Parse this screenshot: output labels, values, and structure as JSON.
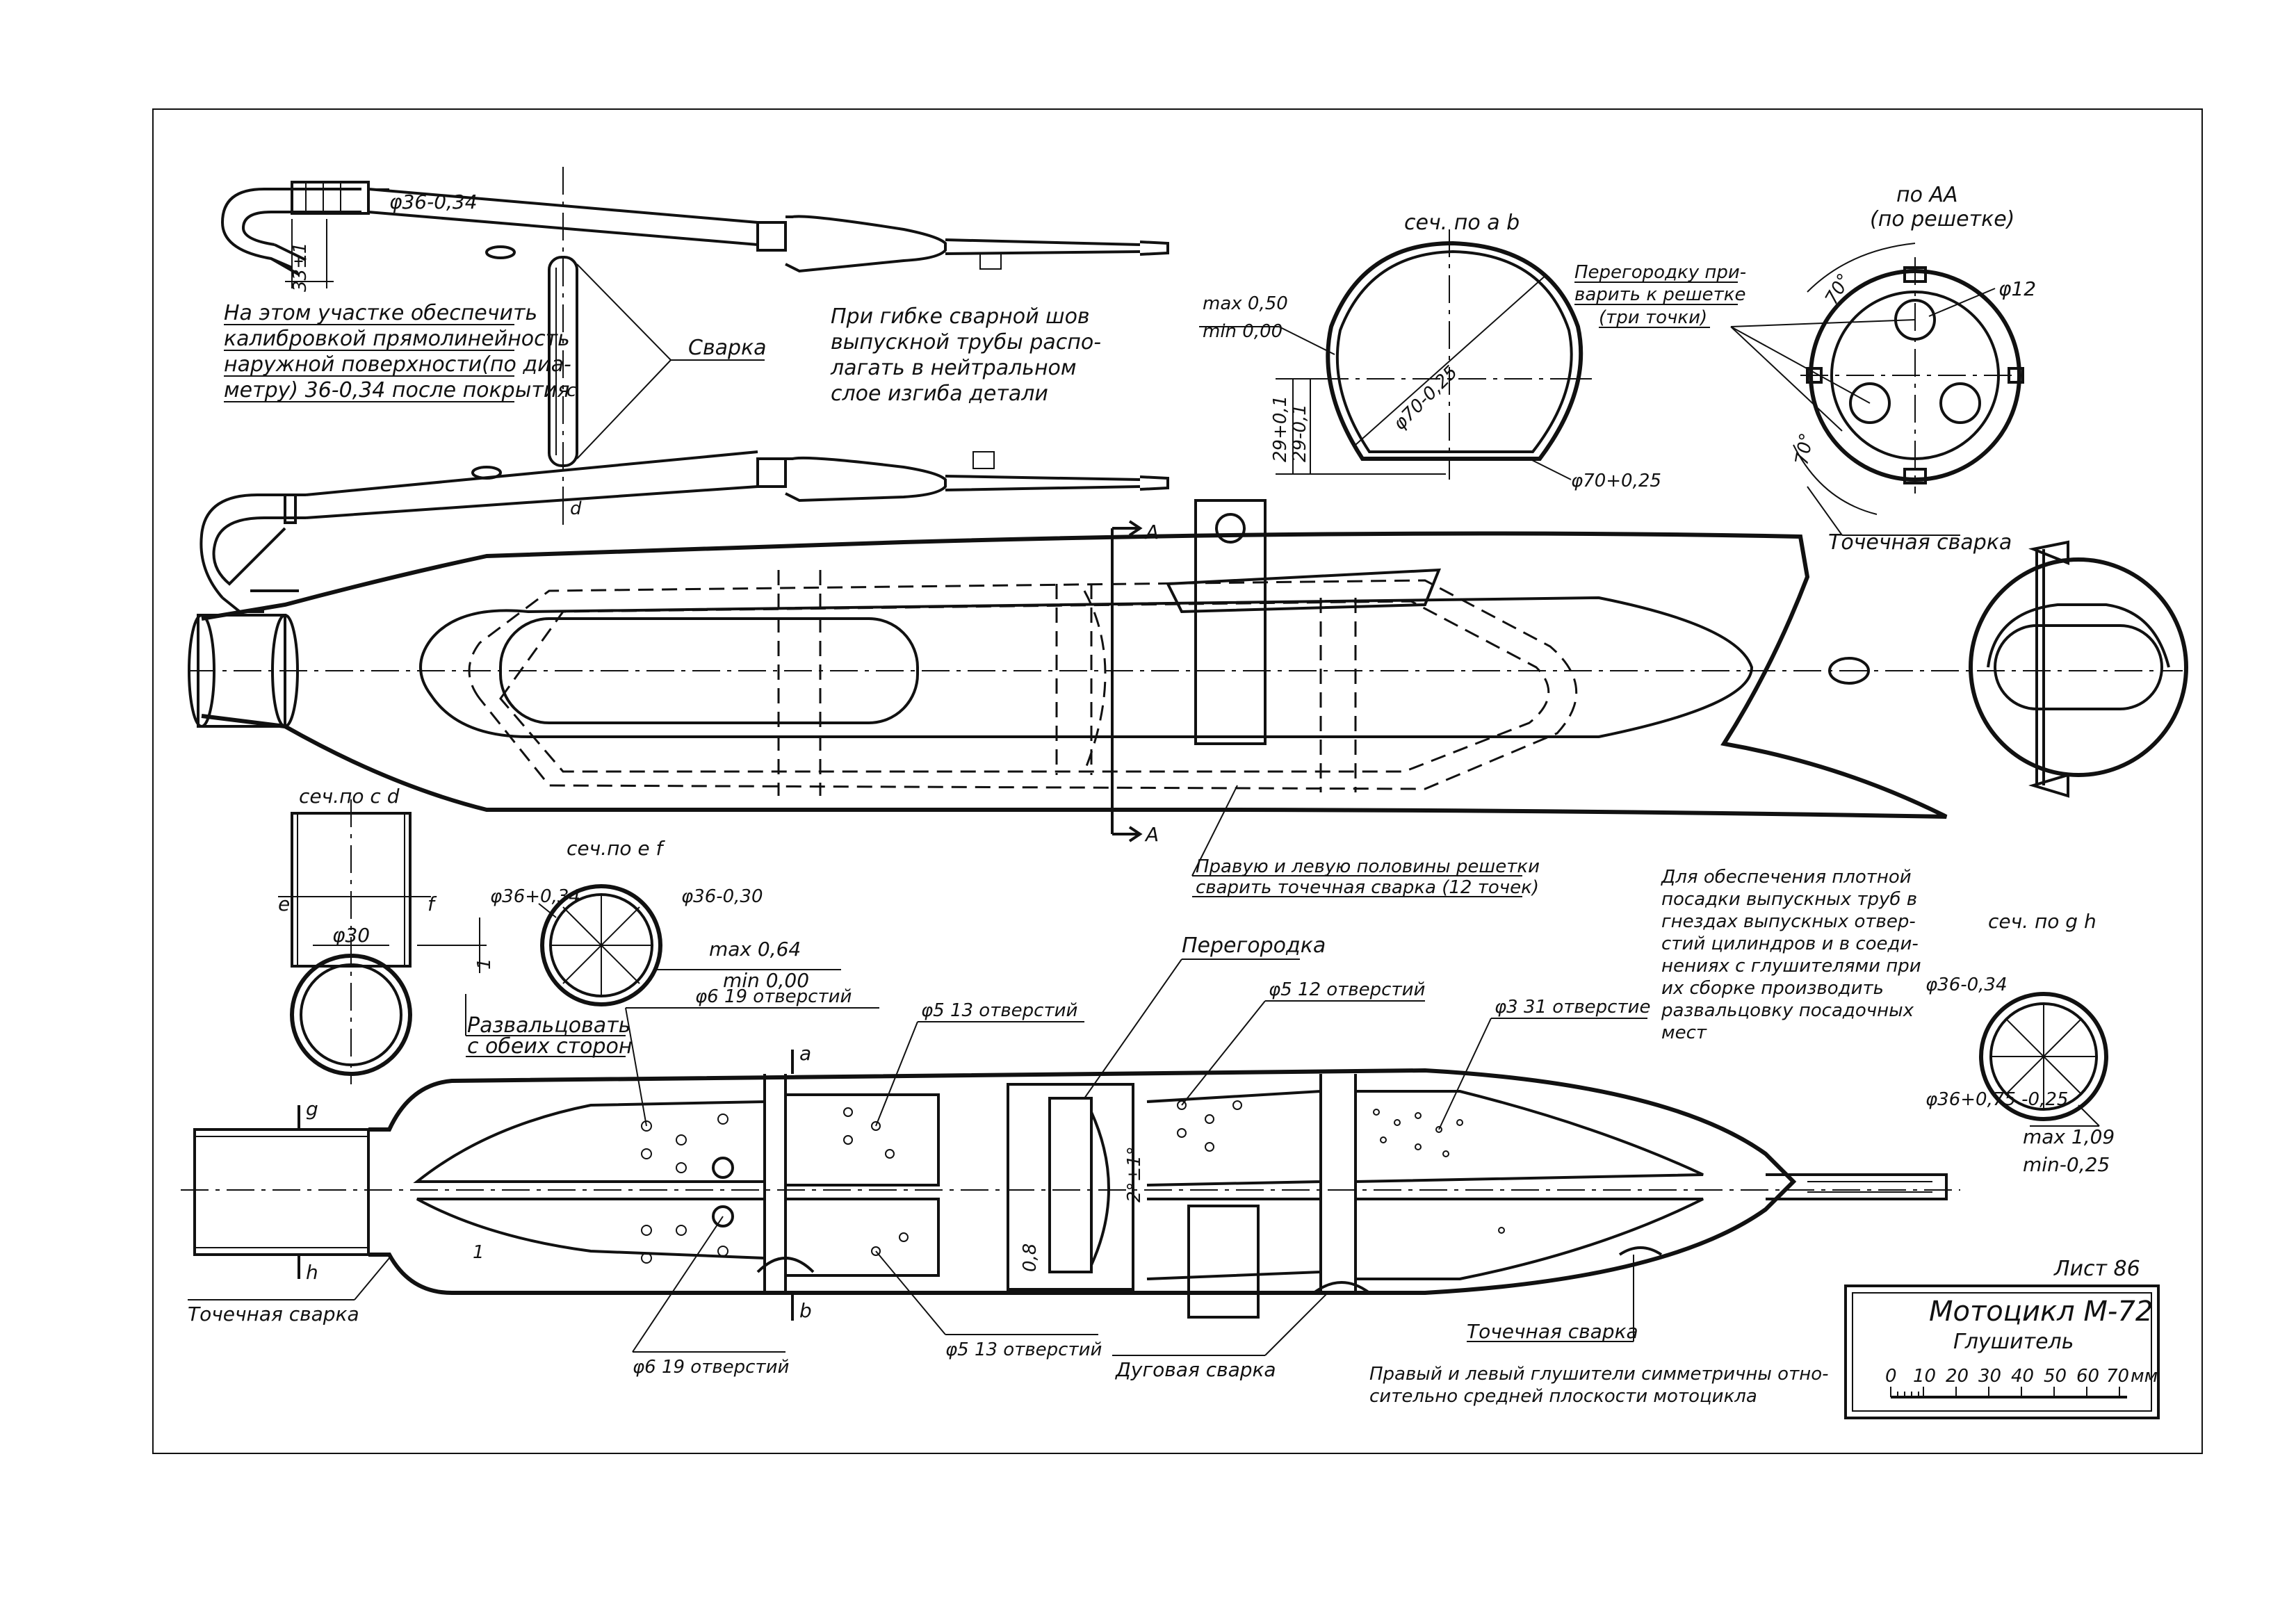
{
  "sheet": {
    "number": "Лист 86",
    "title_line1": "Мотоцикл  М-72",
    "title_line2": "Глушитель",
    "scale": {
      "ticks": [
        "0",
        "10",
        "20",
        "30",
        "40",
        "50",
        "60",
        "70",
        "мм"
      ]
    }
  },
  "top_view": {
    "dim_pipe": "φ36-0,34",
    "dim_33": "33±1",
    "note_calibration": [
      "На этом участке обеспечить",
      "калибровкой прямолинейность",
      "наружной поверхности(по диа-",
      "метру) 36-0,34 после покрытия"
    ],
    "note_bend": [
      "При гибке сварной шов",
      "выпускной трубы распо-",
      "лагать в нейтральном",
      "слое изгиба детали"
    ],
    "label_welding": "Сварка",
    "label_c": "c",
    "label_d": "d"
  },
  "section_ab": {
    "title": "сеч. по  a  b",
    "max": "max 0,50",
    "min": "min 0,00",
    "dim_29a": "29+0,1",
    "dim_29b": "29-0,1",
    "dim_inner": "φ70-0,25",
    "dim_outer": "φ70+0,25"
  },
  "section_AA": {
    "title": "по АА",
    "subtitle": "(по решетке)",
    "note": [
      "Перегородку при-",
      "варить к решетке",
      "(три точки)"
    ],
    "dim_hole": "φ12",
    "angle1": "70°",
    "angle2": "70°",
    "label_spot": "Точечная сварка"
  },
  "main_view": {
    "label_A_top": "A",
    "label_A_bottom": "A",
    "note_halves": [
      "Правую и левую половины решетки",
      "сварить  точечная сварка (12 точек)"
    ]
  },
  "section_cd": {
    "title": "сеч.по c d",
    "label_e": "e",
    "label_f": "f",
    "dim_30": "φ30",
    "dim_1": "1",
    "note": [
      "Развальцовать",
      "с обеих сторон"
    ]
  },
  "section_ef": {
    "title": "сеч.по  e  f",
    "dim1": "φ36+0,34",
    "dim2": "φ36-0,30",
    "max": "max 0,64",
    "min": "min 0,00"
  },
  "note_right": [
    "Для  обеспечения плотной",
    "посадки выпускных труб в",
    "гнездах выпускных отвер-",
    "стий цилиндров и в соеди-",
    "нениях с глушителями при",
    "их сборке производить",
    "развальцовку посадочных",
    "мест"
  ],
  "section_gh": {
    "title": "сеч. по  g  h",
    "dim1": "φ36-0,34",
    "dim2": "φ36+0,75 -0,25",
    "max": "max 1,09",
    "min": "min-0,25"
  },
  "bottom_view": {
    "label_partition": "Перегородка",
    "holes_6a": "φ6  19 отверстий",
    "holes_5a": "φ5  13 отверстий",
    "holes_5b": "φ5  12 отверстий",
    "holes_3": "φ3  31 отверстие",
    "holes_6b": "φ6  19 отверстий",
    "holes_5c": "φ5  13 отверстий",
    "label_spot_left": "Точечная сварка",
    "label_arc": "Дуговая сварка",
    "label_spot_right": "Точечная сварка",
    "angle": "2°±1°",
    "dim_08": "0,8",
    "label_a": "a",
    "label_b": "b",
    "label_g": "g",
    "label_h": "h",
    "label_1": "1",
    "note_symmetry": [
      "Правый и левый глушители симметричны отно-",
      "сительно средней плоскости мотоцикла"
    ]
  }
}
